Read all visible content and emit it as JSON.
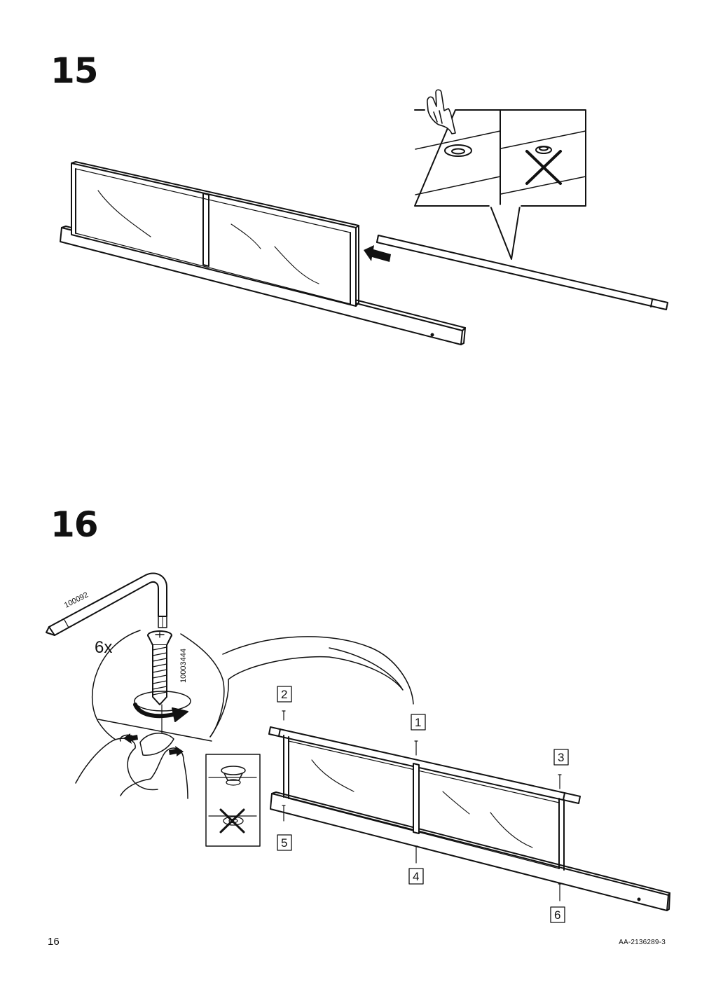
{
  "page": {
    "page_number": "16",
    "document_code": "AA-2136289-3"
  },
  "step15": {
    "number": "15"
  },
  "step16": {
    "number": "16",
    "tool_code": "100092",
    "quantity": "6x",
    "screw_code": "10003444",
    "position_labels": [
      "1",
      "2",
      "3",
      "4",
      "5",
      "6"
    ]
  },
  "icons": {
    "hand": "pointing-hand-icon",
    "wrong": "cross-icon",
    "push": "arrow-left-icon",
    "turn": "rotate-arrow-icon"
  }
}
